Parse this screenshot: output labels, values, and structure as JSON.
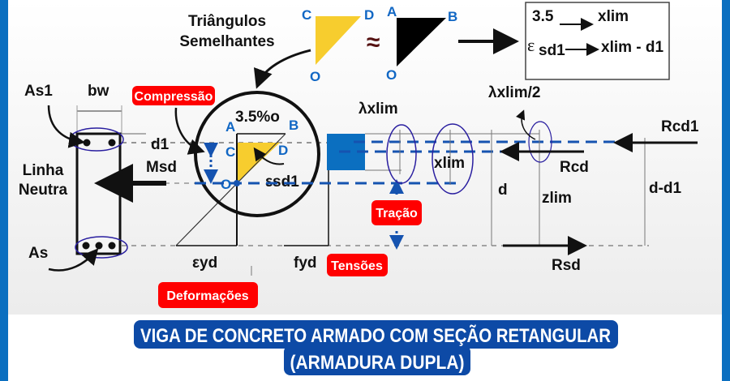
{
  "colors": {
    "border": "#0b6fc0",
    "accent_blue": "#1167c4",
    "title_bg": "#0d4aa6",
    "tag_red": "#ff0000",
    "triangle_yellow": "#f7cd2e",
    "dash_blue": "#1553b0",
    "ellipse": "#2a1fa0"
  },
  "top": {
    "similar_label_1": "Triângulos",
    "similar_label_2": "Semelhantes",
    "yellow_tri": {
      "c": "C",
      "d": "D",
      "o": "O"
    },
    "approx": "≈",
    "black_tri": {
      "a": "A",
      "b": "B",
      "o": "O"
    },
    "ratio_box": {
      "r1_left": "3.5",
      "r1_right": "xlim",
      "r2_left": "ε",
      "r2_sub": "sd1",
      "r2_right": "xlim - d1"
    }
  },
  "section": {
    "as1": "As1",
    "bw": "bw",
    "d1": "d1",
    "neutral_1": "Linha",
    "neutral_2": "Neutra",
    "msd": "Msd",
    "as": "As"
  },
  "strain": {
    "tag": "Compressão",
    "value": "3.5%o",
    "a": "A",
    "b": "B",
    "c": "C",
    "d": "D",
    "o": "O",
    "esd1": "εsd1",
    "eyd": "εyd",
    "tag_bottom": "Deformações"
  },
  "stress": {
    "fyd": "fyd",
    "tag": "Tensões",
    "traction": "Tração"
  },
  "forces": {
    "lambda_xlim": "λxlim",
    "xlim": "xlim",
    "lambda_xlim_half": "λxlim/2",
    "rcd1": "Rcd1",
    "rcd": "Rcd",
    "d": "d",
    "zlim": "zlim",
    "d_d1": "d-d1",
    "rsd": "Rsd"
  },
  "title": {
    "line1": "VIGA DE CONCRETO ARMADO COM SEÇÃO RETANGULAR",
    "line2": "(ARMADURA DUPLA)"
  }
}
